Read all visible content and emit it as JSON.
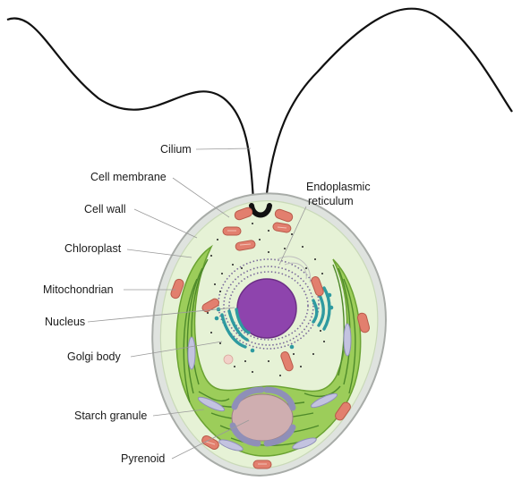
{
  "labels": {
    "cilium": "Cilium",
    "cell_membrane": "Cell membrane",
    "cell_wall": "Cell wall",
    "chloroplast": "Chloroplast",
    "mitochondrian": "Mitochondrian",
    "nucleus": "Nucleus",
    "golgi_body": "Golgi body",
    "starch_granule": "Starch granule",
    "pyrenoid": "Pyrenoid",
    "er_line1": "Endoplasmic",
    "er_line2": "reticulum"
  },
  "colors": {
    "cell_wall": "#cfd3cf",
    "cytoplasm": "#e6f2d6",
    "chloroplast": "#8cc63f",
    "thylakoid": "#4e8a2a",
    "mitochondria": "#e27f6e",
    "nucleus": "#8e44ad",
    "er": "#7a6a9a",
    "golgi": "#2e9aa0",
    "starch": "#b8b8d8",
    "pyrenoid": "#c9a6a6",
    "cilium": "#111111"
  }
}
